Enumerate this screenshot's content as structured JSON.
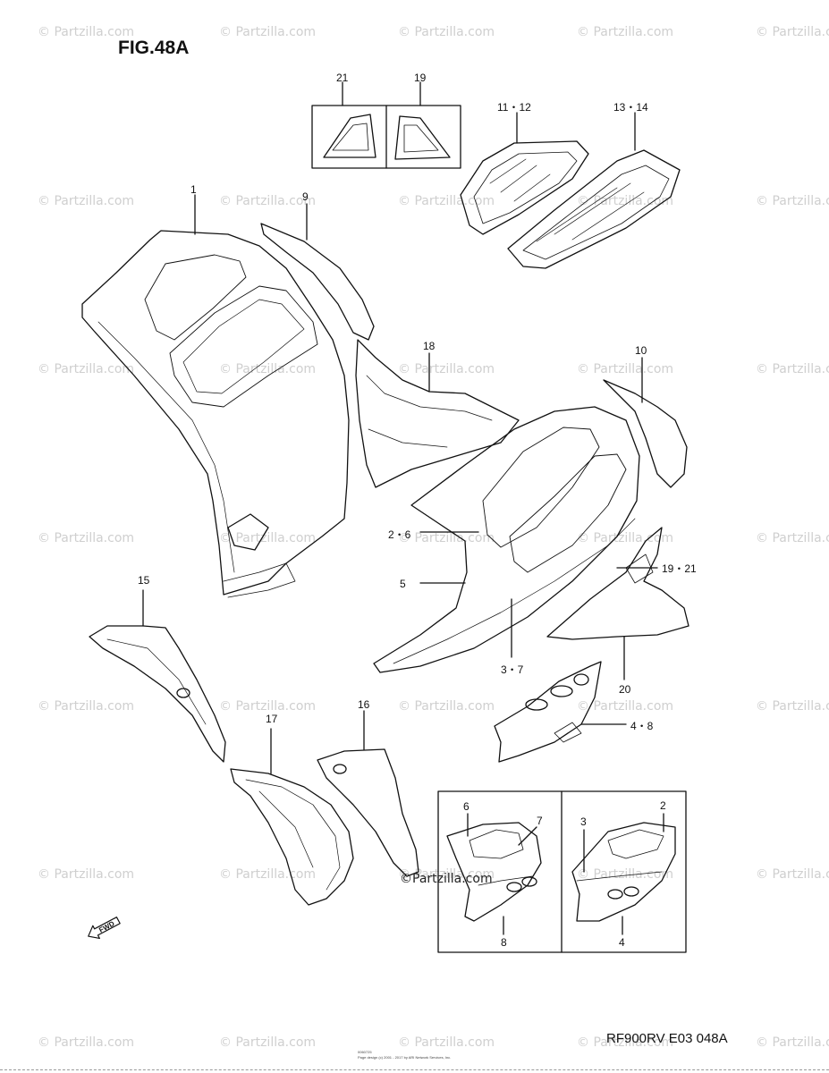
{
  "figure": {
    "title": "FIG.48A",
    "model_code": "RF900RV E03  048A",
    "footer_code": "0060725",
    "footer_copyright": "Page design (c) 2001 - 2017 by ARI Network Services, Inc."
  },
  "watermark": {
    "text": "© Partzilla.com",
    "center_text": "©Partzilla.com"
  },
  "callouts": {
    "c1": "1",
    "c9": "9",
    "c21": "21",
    "c19": "19",
    "c11_12": "11・12",
    "c13_14": "13・14",
    "c18": "18",
    "c10": "10",
    "c2_6": "2・6",
    "c5": "5",
    "c19_21": "19・21",
    "c15": "15",
    "c3_7": "3・7",
    "c20": "20",
    "c17": "17",
    "c16": "16",
    "c4_8": "4・8",
    "inset_6": "6",
    "inset_7": "7",
    "inset_8": "8",
    "inset_3": "3",
    "inset_2": "2",
    "inset_4": "4"
  },
  "forward_arrow": {
    "label": "FWD"
  }
}
